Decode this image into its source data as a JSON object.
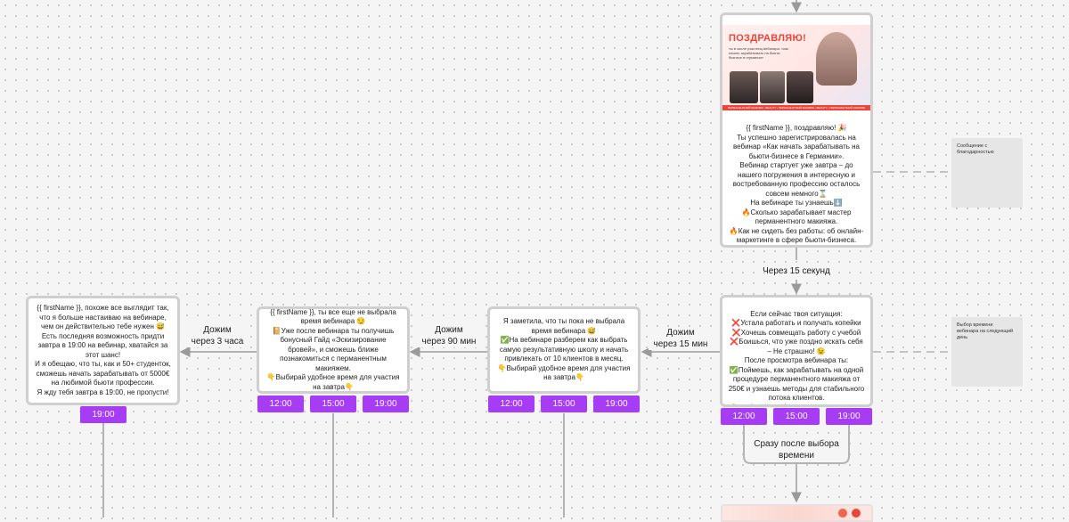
{
  "cards": {
    "greeting": {
      "banner_title": "ПОЗДРАВЛЯЮ!",
      "banner_subtitle": "ты в числе участниц вебинара: «как начать зарабатывать на бьюти-бизнесе в германии»",
      "banner_strip": "ПЕРМАНЕНТНЫЙ МАКИЯЖ • BEAUTY • ПЕРМАНЕНТНЫЙ МАКИЯЖ • BEAUTY • ПЕРМАНЕНТНЫЙ МАКИЯЖ",
      "text": "{{ firstName }}, поздравляю! 🎉\nТы успешно зарегистрировалась на вебинар «Как начать зарабатывать на бьюти-бизнесе в Германии».\nВебинар стартует уже завтра – до нашего погружения в интересную и востребованную профессию осталось совсем немного⌛\nНа вебинаре ты узнаешь⬇️\n🔥Сколько зарабатывает мастер перманентного макияжа.\n🔥Как не сидеть без работы: об онлайн-маркетинге в сфере бьюти-бизнеса.\n🔥Почему стоит обучиться на мастера по перманентному макияжу именно сейчас."
    },
    "situation": {
      "text": "Если сейчас твоя ситуация:\n❌Устала работать и получать копейки\n❌Хочешь совмещать работу с учебой\n❌Боишься, что уже поздно искать себя – Не страшно! 😉\nПосле просмотра вебинара ты:\n✅Поймешь, как зарабатывать на одной процедуре перманентного макияжа от 250€ и узнаешь методы для стабильного потока клиентов.\n👇Выбирай удобное время для участия на завтра и тебе придет подарок 👇"
    },
    "reminder1": {
      "text": "Я заметила, что ты пока не выбрала время вебинара 😅\n✅На вебинаре разберем как выбрать самую результативную школу и начать привлекать от 10 клиентов в месяц.\n👇Выбирай удобное время для участия на завтра👇"
    },
    "reminder2": {
      "text": "{{ firstName }}, ты все еще не выбрала время вебинара 😏\n📔Уже после вебинара ты получишь бонусный Гайд «Эскизирование бровей», и сможешь ближе познакомиться с перманентным макияжем.\n👇Выбирай удобное время для участия на завтра👇"
    },
    "reminder3": {
      "text": "{{ firstName }}, похоже все выглядит так, что я больше настаиваю на вебинаре, чем он действительно тебе нужен 😅\nЕсть последняя возможность придти завтра в 19:00 на вебинар, хватайся за этот шанс!\nИ я обещаю, что ты, как и 50+ студенток, сможешь начать зарабатывать от 5000€ на любимой бьюти профессии.\nЯ жду тебя завтра в 19:00, не пропусти!"
    }
  },
  "buttons": {
    "t1200": "12:00",
    "t1500": "15:00",
    "t1900": "19:00"
  },
  "labels": {
    "after15s": "Через 15 секунд",
    "follow15": "Дожим\nчерез 15 мин",
    "follow90": "Дожим\nчерез 90 мин",
    "follow3h": "Дожим\nчерез 3 часа",
    "after_choice": "Сразу после выбора\nвремени"
  },
  "notes": {
    "thanks": "Сообщение с\nблагодарностью",
    "choose_time": "Выбор времени\nвебинара на следующий\nдень"
  },
  "colors": {
    "button": "#a63df5",
    "wire": "#b3b3b3",
    "accent": "#e8463a"
  }
}
